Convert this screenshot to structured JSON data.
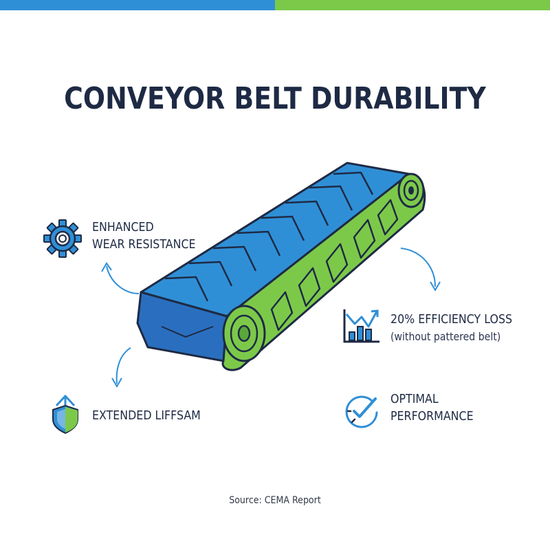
{
  "title": "CONVEYOR BELT DURABILITY",
  "features": {
    "wear": {
      "line1": "ENHANCED",
      "line2": "WEAR RESISTANCE",
      "icon": "gear-icon"
    },
    "lifespan": {
      "label": "EXTENDED LIFFSAM",
      "icon": "shield-arrow-icon"
    },
    "efficiency": {
      "line1": "20% EFFICIENCY LOSS",
      "line2": "(without pattered belt)",
      "icon": "bar-chart-trend-icon"
    },
    "performance": {
      "line1": "OPTIMAL",
      "line2": "PERFORMANCE",
      "icon": "check-gauge-icon"
    }
  },
  "source": "Source: CEMA Report",
  "colors": {
    "blue": "#2f8fd6",
    "green": "#7cc94a",
    "navy": "#1e2a44"
  }
}
